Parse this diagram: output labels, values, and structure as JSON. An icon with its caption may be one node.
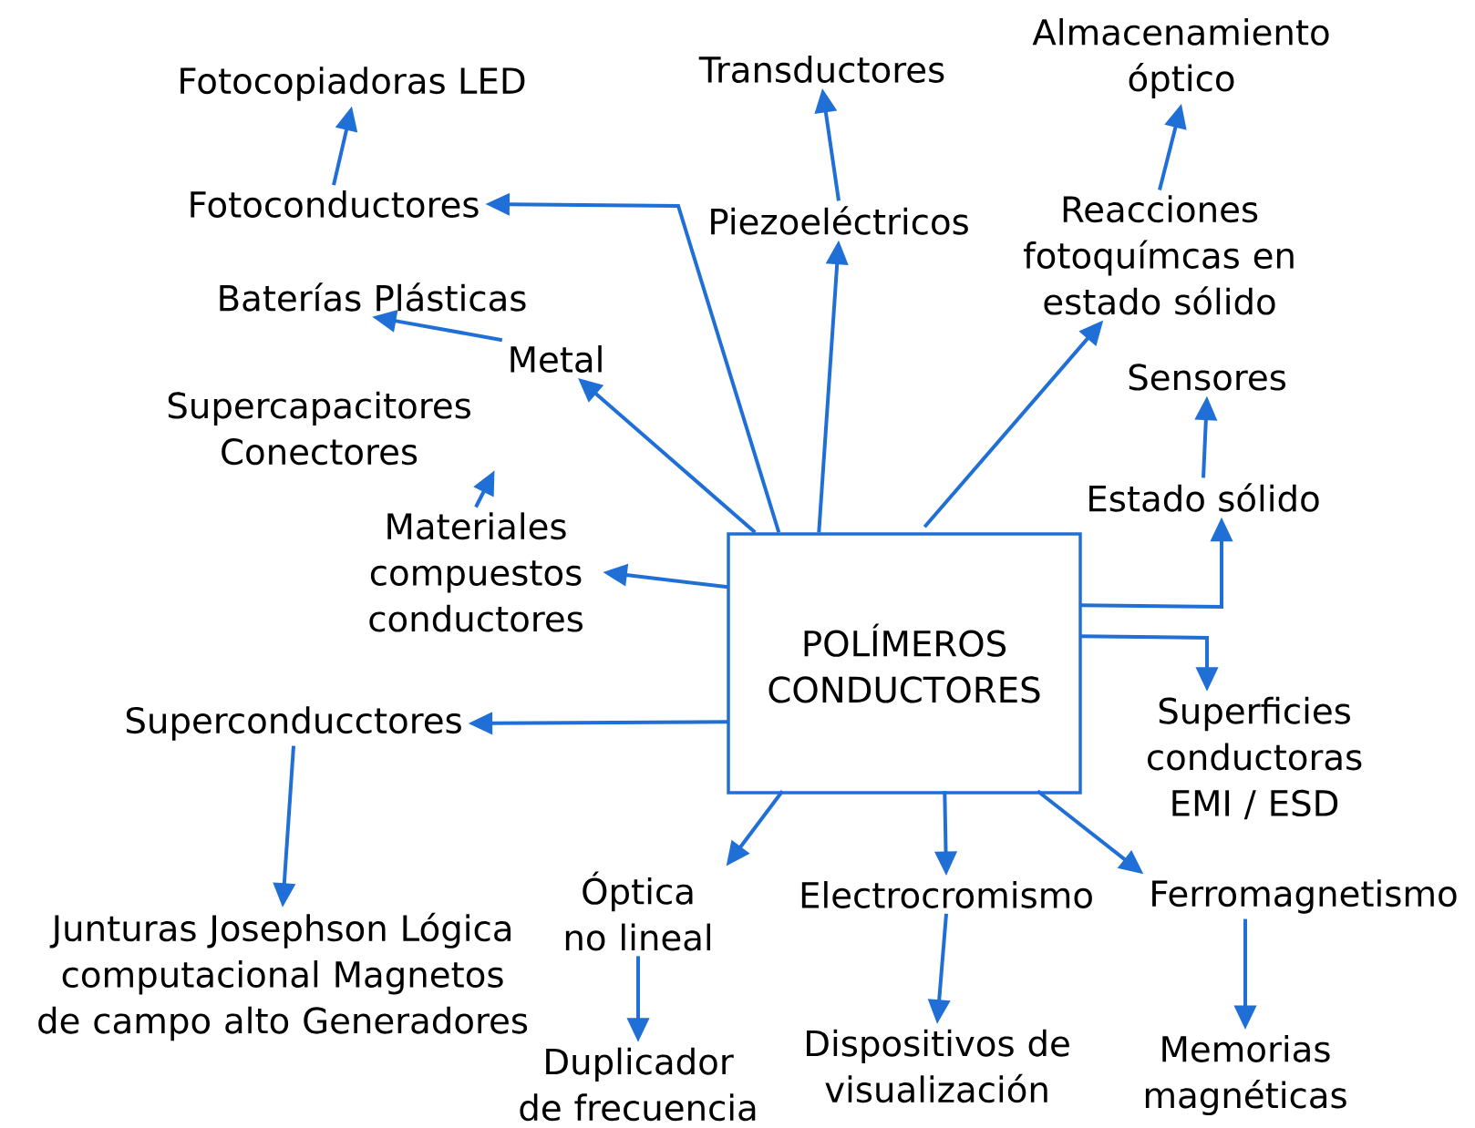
{
  "diagram": {
    "nodes": [
      {
        "text": [
          "POLÍMEROS CONDUCTORES"
        ]
      },
      {
        "text": [
          "Fotoconductores"
        ]
      },
      {
        "text": [
          "Fotocopiadoras LED"
        ]
      },
      {
        "text": [
          "Piezoeléctricos"
        ]
      },
      {
        "text": [
          "Transductores"
        ]
      },
      {
        "text": [
          "Reacciones fotoquímcas en estado sólido"
        ]
      },
      {
        "text": [
          "Almacenamiento óptico"
        ]
      },
      {
        "text": [
          "Metal"
        ]
      },
      {
        "text": [
          "Baterías Plásticas"
        ]
      },
      {
        "text": [
          "Materiales compuestos conductores"
        ]
      },
      {
        "text": [
          "Supercapacitores Conectores"
        ]
      },
      {
        "text": [
          "Estado sólido"
        ]
      },
      {
        "text": [
          "Sensores"
        ]
      },
      {
        "text": [
          "Superficies conductoras EMI / ESD"
        ]
      },
      {
        "text": [
          "Superconducctores"
        ]
      },
      {
        "text": [
          "Junturas Josephson Lógica computacional Magnetos de campo alto Generadores"
        ]
      },
      {
        "text": [
          "Óptica no lineal"
        ]
      },
      {
        "text": [
          "Duplicador de frecuencia"
        ]
      },
      {
        "text": [
          "Electrocromismo"
        ]
      },
      {
        "text": [
          "Dispositivos de visualización"
        ]
      },
      {
        "text": [
          "Ferromagnetismo"
        ]
      },
      {
        "text": [
          "Memorias magnéticas"
        ]
      }
    ],
    "edges": [
      {
        "from": 0,
        "to": 1,
        "arrow": "to"
      },
      {
        "from": 1,
        "to": 2,
        "arrow": "to"
      },
      {
        "from": 0,
        "to": 3,
        "arrow": "to"
      },
      {
        "from": 3,
        "to": 4,
        "arrow": "to"
      },
      {
        "from": 0,
        "to": 5,
        "arrow": "to"
      },
      {
        "from": 5,
        "to": 6,
        "arrow": "to"
      },
      {
        "from": 0,
        "to": 7,
        "arrow": "to"
      },
      {
        "from": 7,
        "to": 8,
        "arrow": "to"
      },
      {
        "from": 0,
        "to": 9,
        "arrow": "to"
      },
      {
        "from": 9,
        "to": 10,
        "arrow": "to"
      },
      {
        "from": 0,
        "to": 11,
        "arrow": "to"
      },
      {
        "from": 11,
        "to": 12,
        "arrow": "to"
      },
      {
        "from": 0,
        "to": 13,
        "arrow": "to"
      },
      {
        "from": 0,
        "to": 14,
        "arrow": "to"
      },
      {
        "from": 14,
        "to": 15,
        "arrow": "to"
      },
      {
        "from": 0,
        "to": 16,
        "arrow": "to"
      },
      {
        "from": 16,
        "to": 17,
        "arrow": "to"
      },
      {
        "from": 0,
        "to": 18,
        "arrow": "to"
      },
      {
        "from": 18,
        "to": 19,
        "arrow": "to"
      },
      {
        "from": 0,
        "to": 20,
        "arrow": "to"
      },
      {
        "from": 20,
        "to": 21,
        "arrow": "to"
      }
    ]
  }
}
